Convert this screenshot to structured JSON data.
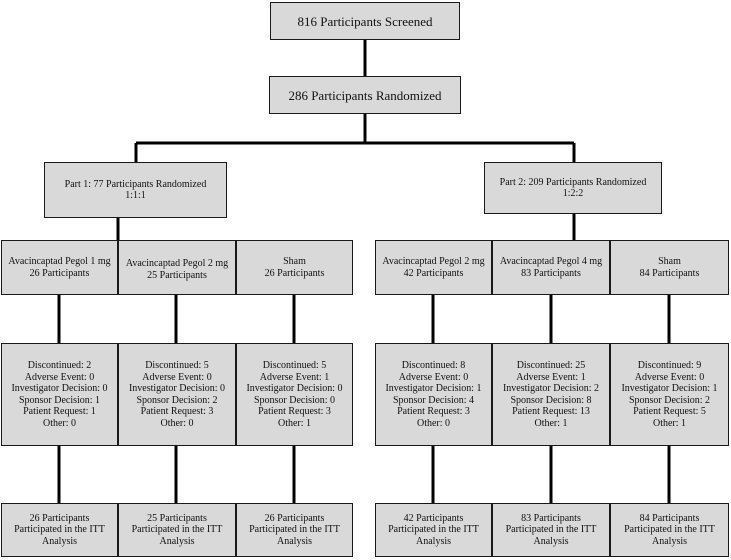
{
  "screened": {
    "label": "816 Participants Screened"
  },
  "randomized": {
    "label": "286 Participants Randomized"
  },
  "part1": {
    "header": [
      "Part 1: 77 Participants Randomized",
      "1:1:1"
    ],
    "arms": [
      {
        "group": [
          "Avacincaptad Pegol 1 mg",
          "26 Participants"
        ],
        "discontinued": [
          "Discontinued:  2",
          "Adverse Event: 0",
          "Investigator Decision: 0",
          "Sponsor Decision: 1",
          "Patient Request: 1",
          "Other: 0"
        ],
        "itt": [
          "26 Participants",
          "Participated in the ITT",
          "Analysis"
        ]
      },
      {
        "group": [
          "Avacincaptad Pegol 2 mg",
          "25 Participants"
        ],
        "discontinued": [
          "Discontinued: 5",
          "Adverse Event: 0",
          "Investigator Decision: 0",
          "Sponsor Decision: 2",
          "Patient Request: 3",
          "Other: 0"
        ],
        "itt": [
          "25 Participants",
          "Participated in the ITT",
          "Analysis"
        ]
      },
      {
        "group": [
          "Sham",
          "26 Participants"
        ],
        "discontinued": [
          "Discontinued: 5",
          "Adverse Event: 1",
          "Investigator Decision: 0",
          "Sponsor Decision: 0",
          "Patient Request: 3",
          "Other: 1"
        ],
        "itt": [
          "26 Participants",
          "Participated in the ITT",
          "Analysis"
        ]
      }
    ]
  },
  "part2": {
    "header": [
      "Part 2: 209 Participants Randomized",
      "1:2:2"
    ],
    "arms": [
      {
        "group": [
          "Avacincaptad Pegol 2 mg",
          "42 Participants"
        ],
        "discontinued": [
          "Discontinued: 8",
          "Adverse Event: 0",
          "Investigator Decision: 1",
          "Sponsor Decision: 4",
          "Patient Request: 3",
          "Other: 0"
        ],
        "itt": [
          "42 Participants",
          "Participated in the ITT",
          "Analysis"
        ]
      },
      {
        "group": [
          "Avacincaptad Pegol 4 mg",
          "83 Participants"
        ],
        "discontinued": [
          "Discontinued: 25",
          "Adverse Event: 1",
          "Investigator Decision: 2",
          "Sponsor Decision: 8",
          "Patient Request: 13",
          "Other: 1"
        ],
        "itt": [
          "83 Participants",
          "Participated in the ITT",
          "Analysis"
        ]
      },
      {
        "group": [
          "Sham",
          "84 Participants"
        ],
        "discontinued": [
          "Discontinued: 9",
          "Adverse Event: 0",
          "Investigator Decision: 1",
          "Sponsor Decision: 2",
          "Patient Request: 5",
          "Other: 1"
        ],
        "itt": [
          "84 Participants",
          "Participated in the ITT",
          "Analysis"
        ]
      }
    ]
  }
}
